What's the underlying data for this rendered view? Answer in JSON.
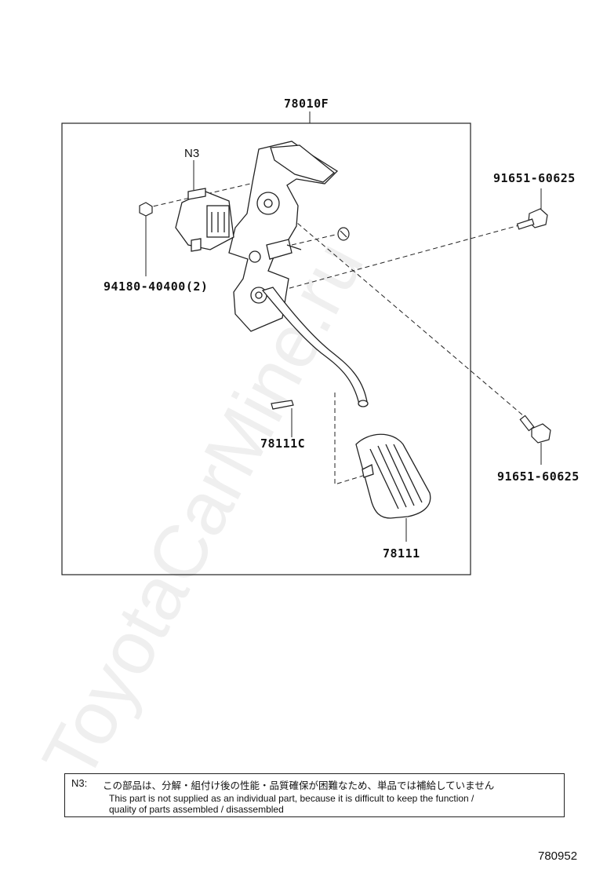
{
  "watermark": "ToyotaCarMine.ru",
  "parts": {
    "assembly": "78010F",
    "sensor_note": "N3",
    "nut": "94180-40400(2)",
    "bolt_upper": "91651-60625",
    "bolt_lower": "91651-60625",
    "pin": "78111C",
    "pedal_pad": "78111"
  },
  "note": {
    "key": "N3:",
    "japanese": "この部品は、分解・組付け後の性能・品質確保が困難なため、単品では補給していません",
    "english_line1": "This part is not supplied as an individual part, because it is difficult to keep the function /",
    "english_line2": "quality of parts assembled / disassembled"
  },
  "figure_number": "780952"
}
